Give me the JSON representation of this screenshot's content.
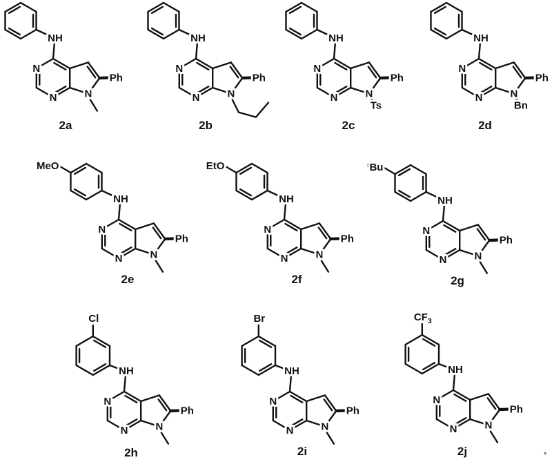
{
  "labels": {
    "ring_nitrogen": "N",
    "amine_nh": "NH",
    "c6_phenyl": "Ph",
    "corner_mark": "°"
  },
  "compounds": [
    {
      "id": "2a",
      "aniline": "phenyl",
      "substituent": null,
      "n7_group": "methyl"
    },
    {
      "id": "2b",
      "aniline": "phenyl",
      "substituent": null,
      "n7_group": "n-propyl"
    },
    {
      "id": "2c",
      "aniline": "phenyl",
      "substituent": null,
      "n7_group": "Ts"
    },
    {
      "id": "2d",
      "aniline": "phenyl",
      "substituent": null,
      "n7_group": "Bn"
    },
    {
      "id": "2e",
      "aniline": "para",
      "substituent": {
        "parts": [
          {
            "text": "MeO"
          }
        ]
      },
      "n7_group": "methyl"
    },
    {
      "id": "2f",
      "aniline": "para",
      "substituent": {
        "parts": [
          {
            "text": "EtO"
          }
        ]
      },
      "n7_group": "methyl"
    },
    {
      "id": "2g",
      "aniline": "para",
      "substituent": {
        "parts": [
          {
            "text": "t",
            "style": "sup"
          },
          {
            "text": "Bu"
          }
        ]
      },
      "n7_group": "methyl"
    },
    {
      "id": "2h",
      "aniline": "meta",
      "substituent": {
        "parts": [
          {
            "text": "Cl"
          }
        ]
      },
      "n7_group": "methyl"
    },
    {
      "id": "2i",
      "aniline": "meta",
      "substituent": {
        "parts": [
          {
            "text": "Br"
          }
        ]
      },
      "n7_group": "methyl"
    },
    {
      "id": "2j",
      "aniline": "meta",
      "substituent": {
        "parts": [
          {
            "text": "CF"
          },
          {
            "text": "3",
            "style": "sub"
          }
        ]
      },
      "n7_group": "methyl"
    }
  ]
}
